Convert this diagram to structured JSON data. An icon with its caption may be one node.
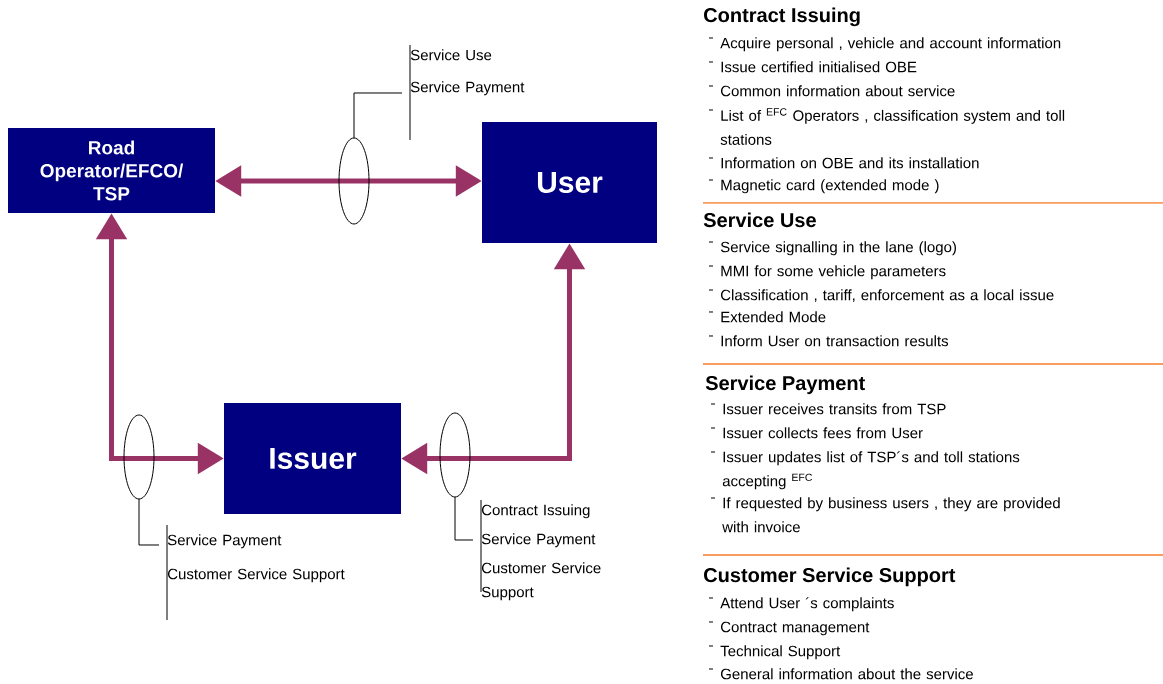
{
  "diagram": {
    "nodes": [
      {
        "text": [
          "Road Operator/EFCO/ TSP"
        ]
      },
      {
        "text": [
          "User"
        ]
      },
      {
        "text": [
          "Issuer"
        ]
      },
      {
        "text": [
          "Service Use",
          "Service Payment"
        ]
      },
      {
        "text": [
          "Service Payment",
          "Customer Service Support"
        ]
      },
      {
        "text": [
          "Contract Issuing",
          "Service Payment",
          "Customer Service Support"
        ]
      }
    ],
    "edges": [
      {
        "from": 0,
        "to": 1,
        "arrow": "both",
        "style": "thick",
        "color": "#993366"
      },
      {
        "from": 2,
        "to": 0,
        "arrow": "both",
        "style": "thick",
        "color": "#993366"
      },
      {
        "from": 2,
        "to": 1,
        "arrow": "both",
        "style": "thick",
        "color": "#993366"
      },
      {
        "from": 3,
        "to": null,
        "arrow": "none",
        "color": "#000000"
      },
      {
        "from": 4,
        "to": null,
        "arrow": "none",
        "color": "#000000"
      },
      {
        "from": 5,
        "to": null,
        "arrow": "none",
        "color": "#000000"
      }
    ],
    "labels": [
      "Contract Issuing",
      "Acquire personal , vehicle and account information",
      "Issue certified initialised OBE",
      "Common information about service",
      "List of $^{EFC}$ Operators , classification system and toll stations",
      "Information on OBE and its installation",
      "Magnetic card (extended mode )",
      "Service Use",
      "Service signalling in the lane (logo)",
      "MMI for some vehicle parameters",
      "Classification , tariff, enforcement as a local issue",
      "Extended Mode",
      "Inform User on transaction results",
      "Service Payment",
      "Issuer receives transits from TSP",
      "Issuer collects fees from User",
      "Issuer updates list of TSP´s and toll stations accepting $^{EFC}$",
      "If requested by business users , they are provided with invoice",
      "Customer Service Support",
      "Attend User ´s complaints",
      "Contract management",
      "Technical Support",
      "General information about the service"
    ]
  }
}
